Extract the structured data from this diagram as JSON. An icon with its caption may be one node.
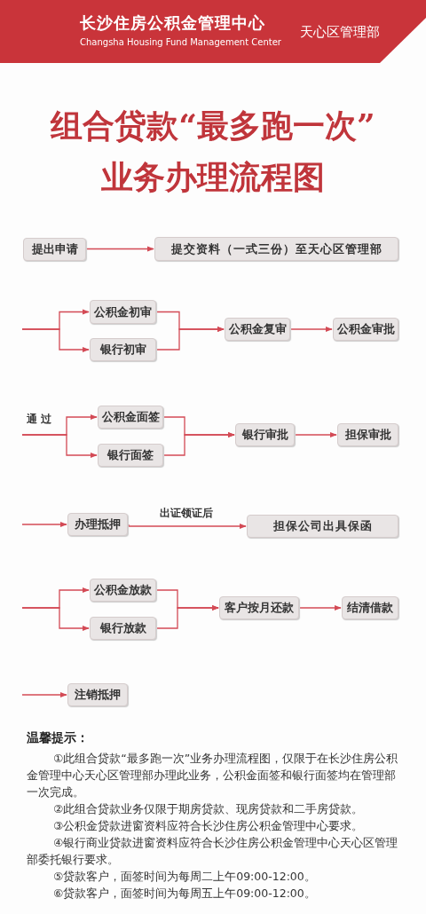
{
  "diagram": {
    "title": "组合贷款“最多跑一次” 业务办理流程图",
    "nodes": [
      {
        "text": [
          "提出申请"
        ]
      },
      {
        "text": [
          "提交资料（一式三份）至天心区管理部"
        ]
      },
      {
        "text": [
          "公积金初审"
        ]
      },
      {
        "text": [
          "银行初审"
        ]
      },
      {
        "text": [
          "公积金复审"
        ]
      },
      {
        "text": [
          "公积金审批"
        ]
      },
      {
        "text": [
          "公积金面签"
        ]
      },
      {
        "text": [
          "银行面签"
        ]
      },
      {
        "text": [
          "银行审批"
        ]
      },
      {
        "text": [
          "担保审批"
        ]
      },
      {
        "text": [
          "办理抵押"
        ]
      },
      {
        "text": [
          "担保公司出具保函"
        ]
      },
      {
        "text": [
          "公积金放款"
        ]
      },
      {
        "text": [
          "银行放款"
        ]
      },
      {
        "text": [
          "客户按月还款"
        ]
      },
      {
        "text": [
          "结清借款"
        ]
      },
      {
        "text": [
          "注销抵押"
        ]
      }
    ],
    "edges": [
      {
        "from": 0,
        "to": 1,
        "arrow": "to"
      },
      {
        "from": null,
        "to": 2,
        "arrow": "to"
      },
      {
        "from": null,
        "to": 3,
        "arrow": "to"
      },
      {
        "from": 2,
        "to": 4,
        "arrow": "to"
      },
      {
        "from": 3,
        "to": 4,
        "arrow": "to"
      },
      {
        "from": 4,
        "to": 5,
        "arrow": "to"
      },
      {
        "from": null,
        "to": 6,
        "arrow": "to",
        "label": "通 过"
      },
      {
        "from": null,
        "to": 7,
        "arrow": "to"
      },
      {
        "from": 6,
        "to": 8,
        "arrow": "to"
      },
      {
        "from": 7,
        "to": 8,
        "arrow": "to"
      },
      {
        "from": 8,
        "to": 9,
        "arrow": "to"
      },
      {
        "from": null,
        "to": 10,
        "arrow": "to"
      },
      {
        "from": 10,
        "to": 11,
        "arrow": "to",
        "label": "出证领证后"
      },
      {
        "from": null,
        "to": 12,
        "arrow": "to"
      },
      {
        "from": null,
        "to": 13,
        "arrow": "to"
      },
      {
        "from": 12,
        "to": 14,
        "arrow": "to"
      },
      {
        "from": 13,
        "to": 14,
        "arrow": "to"
      },
      {
        "from": 14,
        "to": 15,
        "arrow": "to"
      },
      {
        "from": null,
        "to": 16,
        "arrow": "to"
      }
    ],
    "labels": [
      "长沙住房公积金管理中心",
      "Changsha Housing Fund Management Center",
      "天心区管理部",
      "温馨提示：",
      "①此组合贷款“最多跑一次”业务办理流程图，仅限于在长沙住房公积金管理中心天心区管理部办理此业务，公积金面签和银行面签均在管理部一次完成。",
      "②此组合贷款业务仅限于期房贷款、现房贷款和二手房贷款。",
      "③公积金贷款进窗资料应符合长沙住房公积金管理中心要求。",
      "④银行商业贷款进窗资料应符合长沙住房公积金管理中心天心区管理部委托银行要求。",
      "⑤贷款客户，面签时间为每周二上午09:00-12:00。",
      "⑥贷款客户，面签时间为每周五上午09:00-12:00。"
    ]
  }
}
